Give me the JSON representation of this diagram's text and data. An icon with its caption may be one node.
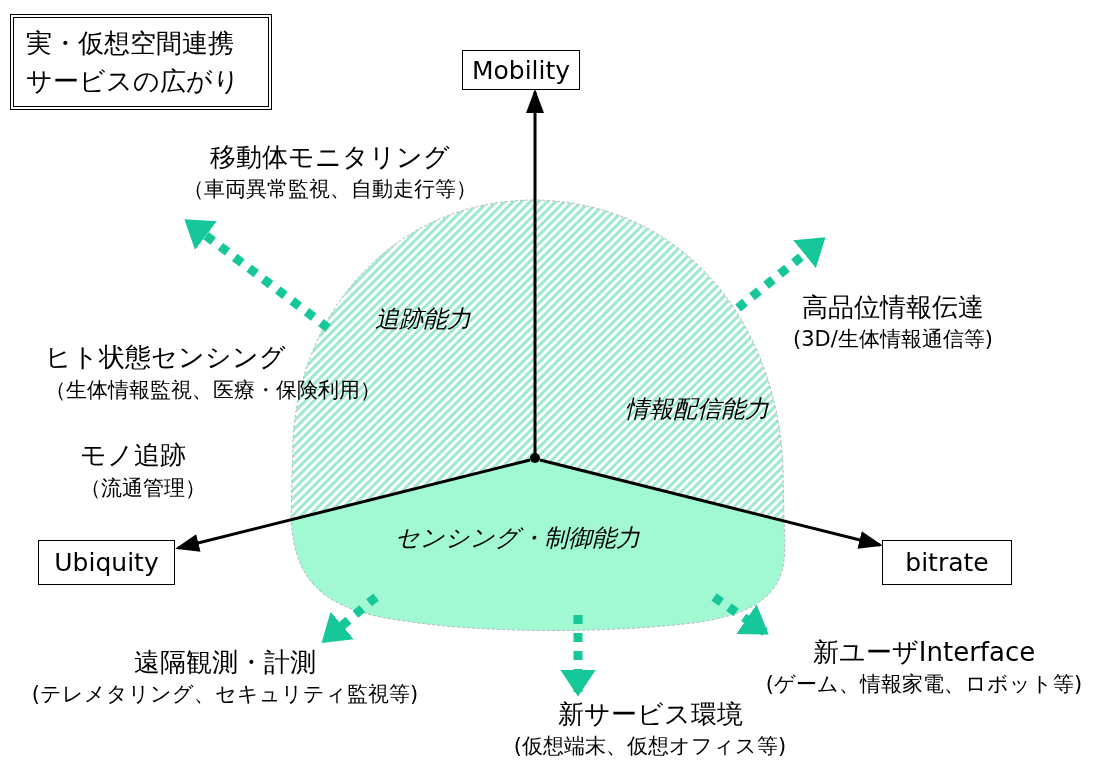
{
  "diagram": {
    "title": "実・仮想空間連携サービスの広がり",
    "nodes": [
      {
        "text": [
          "Mobility"
        ]
      },
      {
        "text": [
          "移動体モニタリング",
          "（車両異常監視、自動走行等）"
        ]
      },
      {
        "text": [
          "追跡能力"
        ]
      },
      {
        "text": [
          "高品位情報伝達",
          "(3D/生体情報通信等)"
        ]
      },
      {
        "text": [
          "情報配信能力"
        ]
      },
      {
        "text": [
          "Ubiquity"
        ]
      },
      {
        "text": [
          "センシング・制御能力"
        ]
      },
      {
        "text": [
          "bitrate"
        ]
      },
      {
        "text": [
          "遠隔観測・計測",
          "(テレメタリング、セキュリティ監視等)"
        ]
      },
      {
        "text": [
          "新ユーザInterface",
          "(ゲーム、情報家電、ロボット等)"
        ]
      },
      {
        "text": [
          "新サービス環境",
          "(仮想端末、仮想オフィス等)"
        ]
      },
      {
        "text": [],
        "shape": "circle"
      }
    ],
    "edges": [
      {
        "from": 11,
        "to": 0,
        "arrow": "to",
        "color": "#000000"
      },
      {
        "from": 11,
        "to": 5,
        "arrow": "to",
        "color": "#000000"
      },
      {
        "from": 11,
        "to": 7,
        "arrow": "to",
        "color": "#000000"
      },
      {
        "from": 2,
        "to": 1,
        "arrow": "to",
        "style": "dashed"
      },
      {
        "from": 4,
        "to": 3,
        "arrow": "to",
        "style": "dashed"
      },
      {
        "from": 6,
        "to": 8,
        "arrow": "to",
        "style": "dashed"
      },
      {
        "from": 6,
        "to": 10,
        "arrow": "to",
        "style": "dashed"
      },
      {
        "from": 6,
        "to": 9,
        "arrow": "to",
        "style": "dashed"
      }
    ],
    "labels": [
      "ヒト状態センシング",
      "（生体情報監視、医療・保険利用）",
      "モノ追跡",
      "（流通管理）"
    ]
  }
}
